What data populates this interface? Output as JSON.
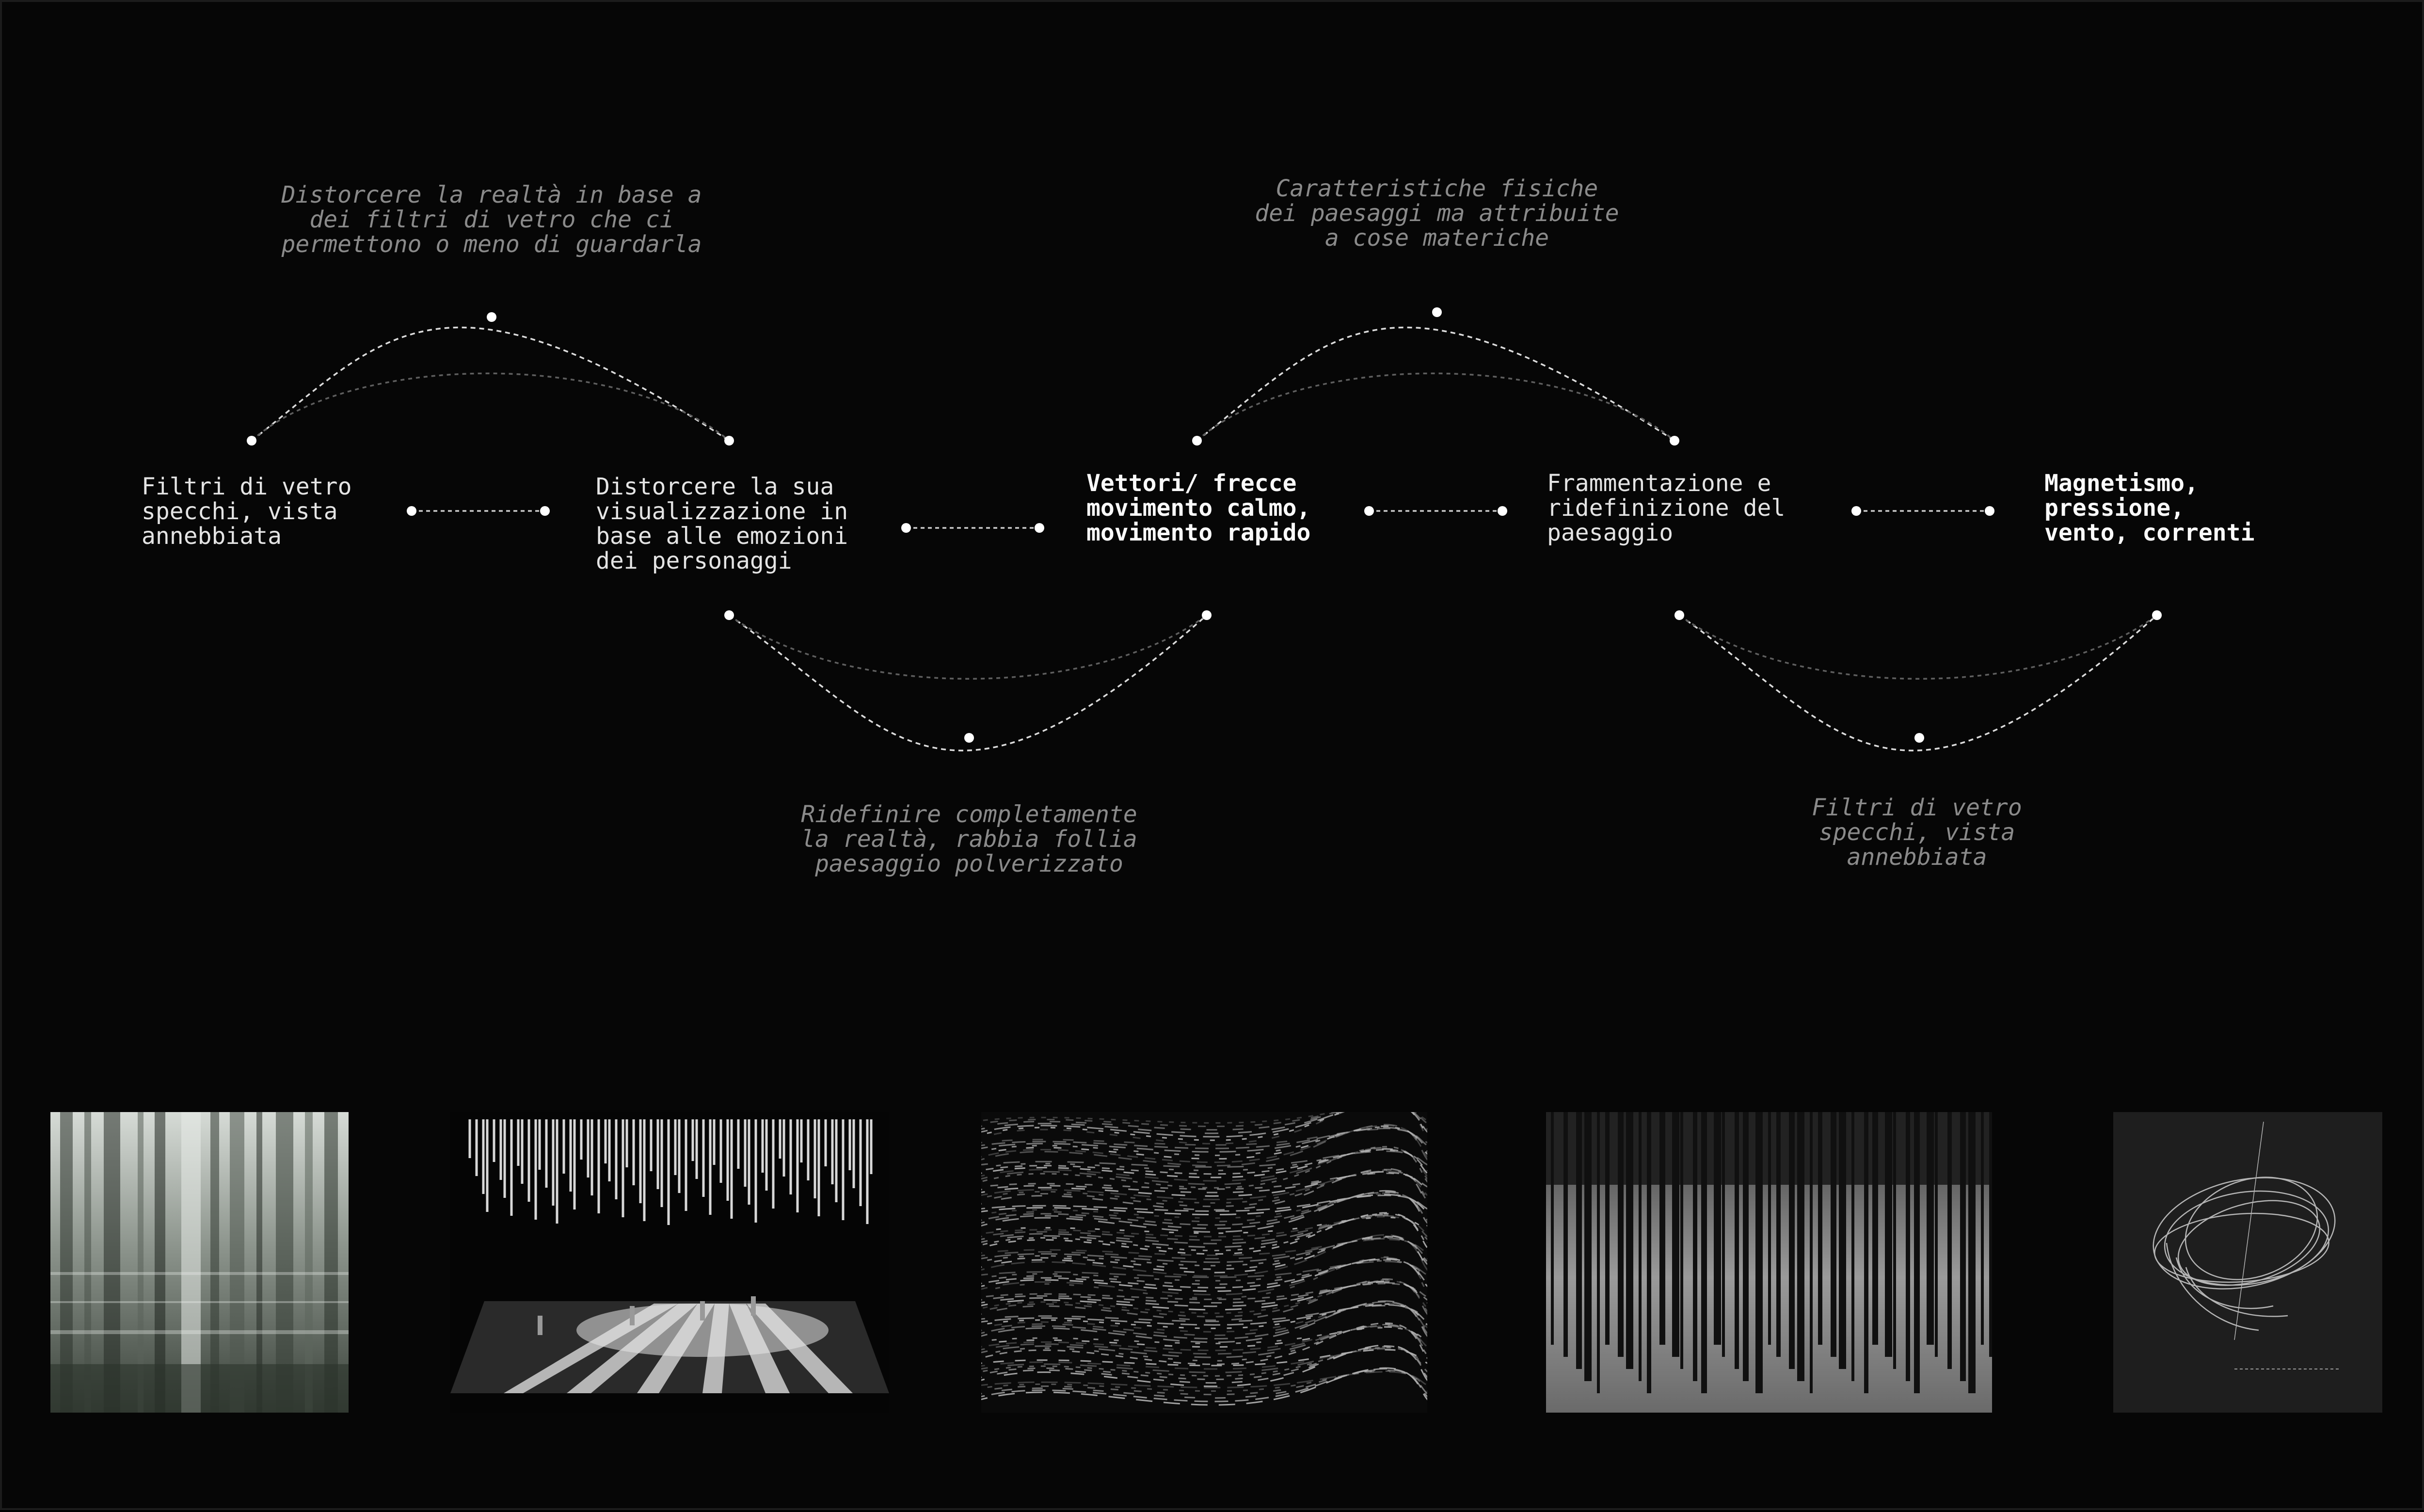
{
  "nodes": [
    {
      "id": "n1",
      "text": "Filtri di vetro\nspecchi, vista\nannebbiata",
      "bold": false
    },
    {
      "id": "n2",
      "text": "Distorcere la sua\nvisualizzazione in\nbase alle emozioni\ndei personaggi",
      "bold": false
    },
    {
      "id": "n3",
      "text": "Vettori/ frecce\nmovimento calmo,\nmovimento rapido",
      "bold": true
    },
    {
      "id": "n4",
      "text": "Frammentazione e\nridefinizione del\npaesaggio",
      "bold": false
    },
    {
      "id": "n5",
      "text": "Magnetismo,\npressione,\nvento, correnti",
      "bold": true
    }
  ],
  "annotations": [
    {
      "id": "a1",
      "text": "Distorcere la realtà in base a\ndei filtri di vetro che ci\npermettono o meno di guardarla"
    },
    {
      "id": "a2",
      "text": "Caratteristiche fisiche\ndei paesaggi ma attribuite\na cose materiche"
    },
    {
      "id": "a3",
      "text": "Ridefinire completamente\nla realtà, rabbia follia\npaesaggio polverizzato"
    },
    {
      "id": "a4",
      "text": "Filtri di vetro\nspecchi, vista\nannebbiata"
    }
  ],
  "images": [
    {
      "id": "forest-blur",
      "subject": "blurred glass forest"
    },
    {
      "id": "stage-hanging-rods",
      "subject": "stage installation with hanging rods"
    },
    {
      "id": "flow-field",
      "subject": "vector flow field"
    },
    {
      "id": "vertical-rods-room",
      "subject": "room of vertical rods"
    },
    {
      "id": "light-swirl",
      "subject": "swirling light trails"
    }
  ],
  "colors": {
    "background": "#060606",
    "text": "#e4e4e4",
    "annotation": "#8a8a8a",
    "line": "#d8d8d8",
    "line_faint": "#6a6a6a",
    "dot": "#ffffff"
  }
}
